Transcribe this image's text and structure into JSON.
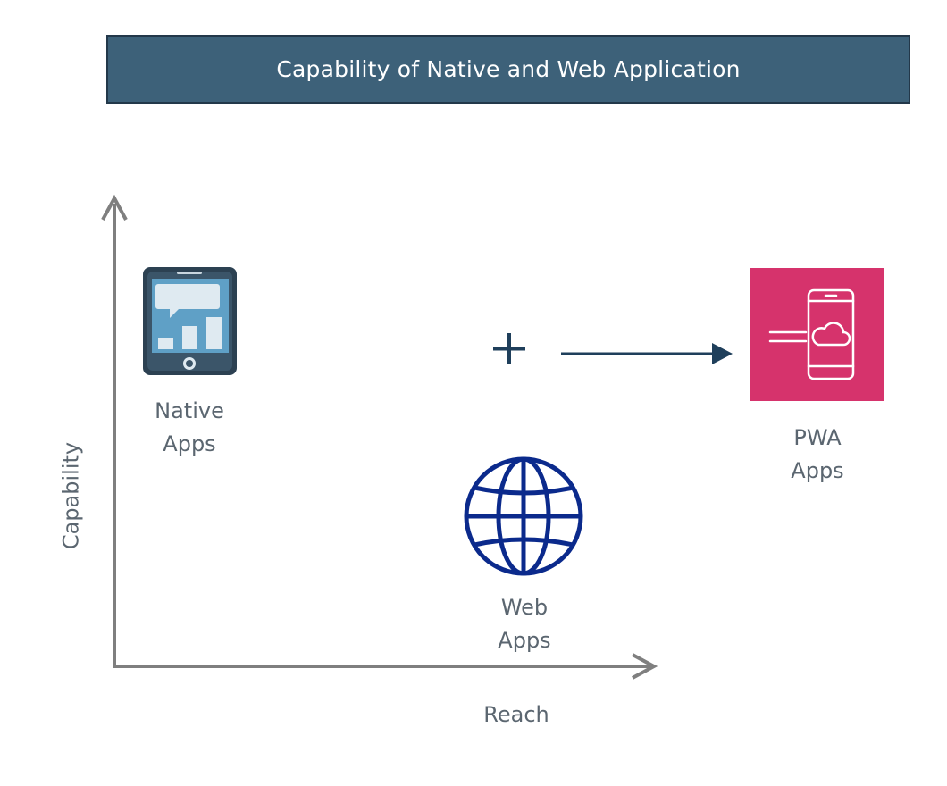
{
  "title": "Capability of Native and Web Application",
  "native": {
    "line1": "Native",
    "line2": "Apps"
  },
  "pwa": {
    "line1": "PWA",
    "line2": "Apps"
  },
  "web": {
    "line1": "Web",
    "line2": "Apps"
  },
  "axes": {
    "x_label": "Reach",
    "y_label": "Capability"
  },
  "plus_symbol": "+",
  "colors": {
    "title_bg": "#3d6179",
    "pwa_bg": "#d6336c",
    "globe": "#0b2a8c",
    "arrow": "#1f3f5b",
    "axis": "#7f7f7f",
    "label_text": "#5b6670"
  }
}
